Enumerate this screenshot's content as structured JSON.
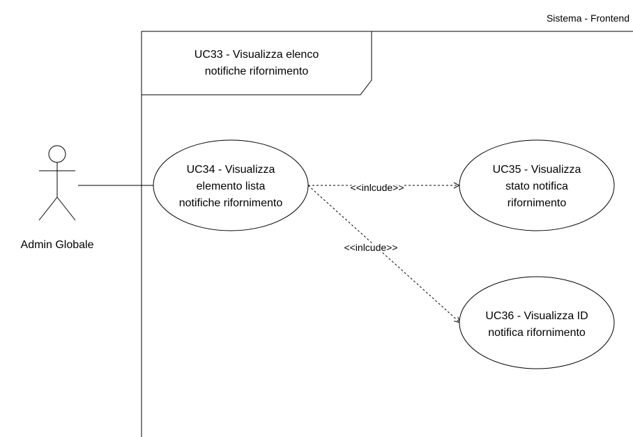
{
  "system_boundary": {
    "label": "Sistema - Frontend"
  },
  "frame": {
    "title_line1": "UC33 - Visualizza elenco",
    "title_line2": "notifiche rifornimento"
  },
  "actor": {
    "name": "Admin Globale"
  },
  "use_cases": {
    "uc34": {
      "line1": "UC34 - Visualizza",
      "line2": "elemento lista",
      "line3": "notifiche rifornimento"
    },
    "uc35": {
      "line1": "UC35 - Visualizza",
      "line2": "stato notifica",
      "line3": "rifornimento"
    },
    "uc36": {
      "line1": "UC36 - Visualizza ID",
      "line2": "notifica rifornimento"
    }
  },
  "relations": {
    "uc34_uc35": {
      "stereotype": "<<inlcude>>"
    },
    "uc34_uc36": {
      "stereotype": "<<inlcude>>"
    }
  }
}
